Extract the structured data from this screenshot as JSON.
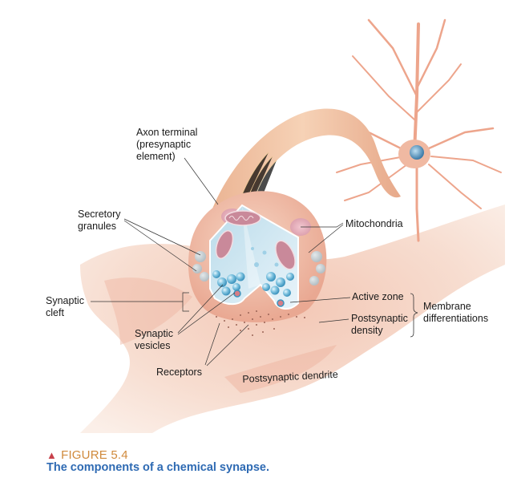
{
  "figure": {
    "number_label": "FIGURE 5.4",
    "marker_icon": "triangle-up",
    "caption": "The components of a chemical synapse.",
    "colors": {
      "figure_number": "#d08a3c",
      "marker": "#c8414b",
      "caption": "#2e6ab3",
      "tissue": "#f1c2ad",
      "vesicle": "#7fc3e0",
      "mitochondria": "#c9899a"
    }
  },
  "labels": {
    "axon_terminal": [
      "Axon terminal",
      "(presynaptic",
      "element)"
    ],
    "secretory_granules": [
      "Secretory",
      "granules"
    ],
    "mitochondria": [
      "Mitochondria"
    ],
    "synaptic_cleft": [
      "Synaptic",
      "cleft"
    ],
    "synaptic_vesicles": [
      "Synaptic",
      "vesicles"
    ],
    "receptors": [
      "Receptors"
    ],
    "active_zone": [
      "Active zone"
    ],
    "postsynaptic_density": [
      "Postsynaptic",
      "density"
    ],
    "membrane_differentiations": [
      "Membrane",
      "differentiations"
    ],
    "postsynaptic_dendrite": [
      "Postsynaptic dendrite"
    ]
  }
}
